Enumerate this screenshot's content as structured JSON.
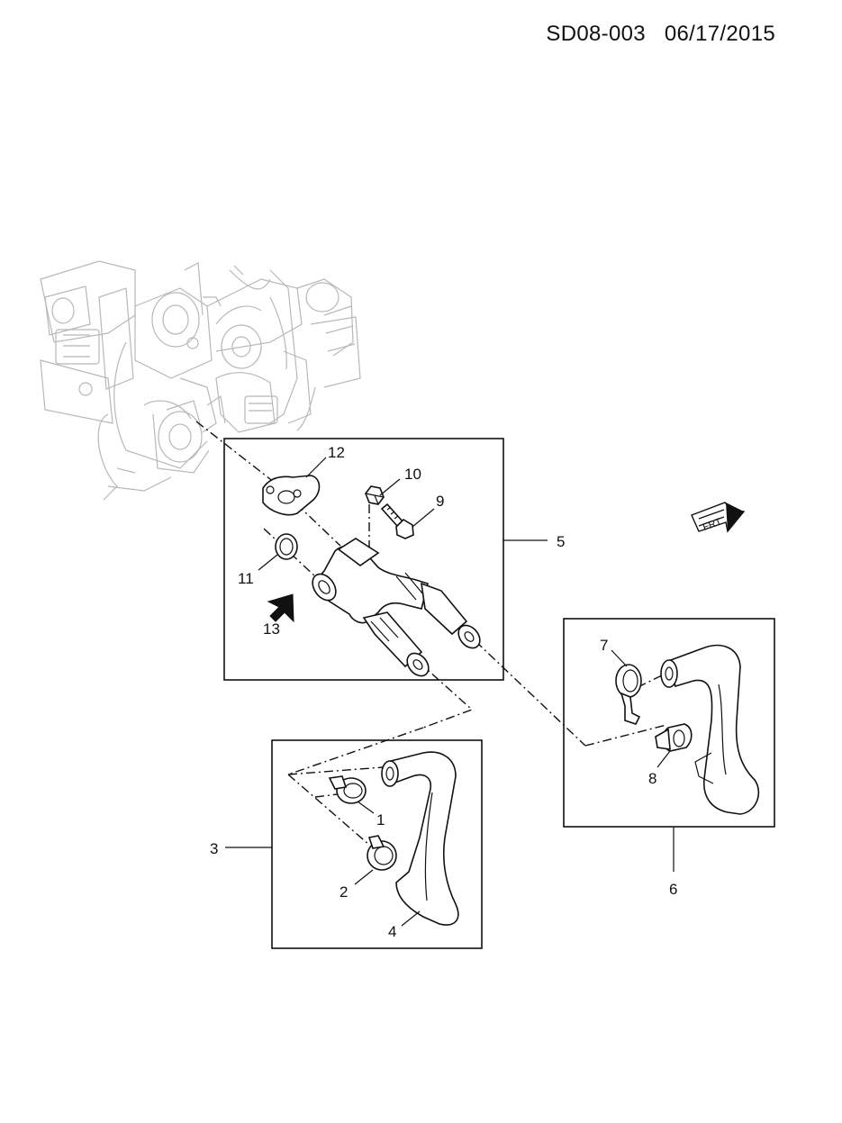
{
  "header": {
    "code": "SD08-003",
    "date": "06/17/2015"
  },
  "callouts": {
    "c1": "1",
    "c2": "2",
    "c3": "3",
    "c4": "4",
    "c5": "5",
    "c6": "6",
    "c7": "7",
    "c8": "8",
    "c9": "9",
    "c10": "10",
    "c11": "11",
    "c12": "12",
    "c13": "13"
  },
  "front_marker": {
    "label": "FRT"
  }
}
